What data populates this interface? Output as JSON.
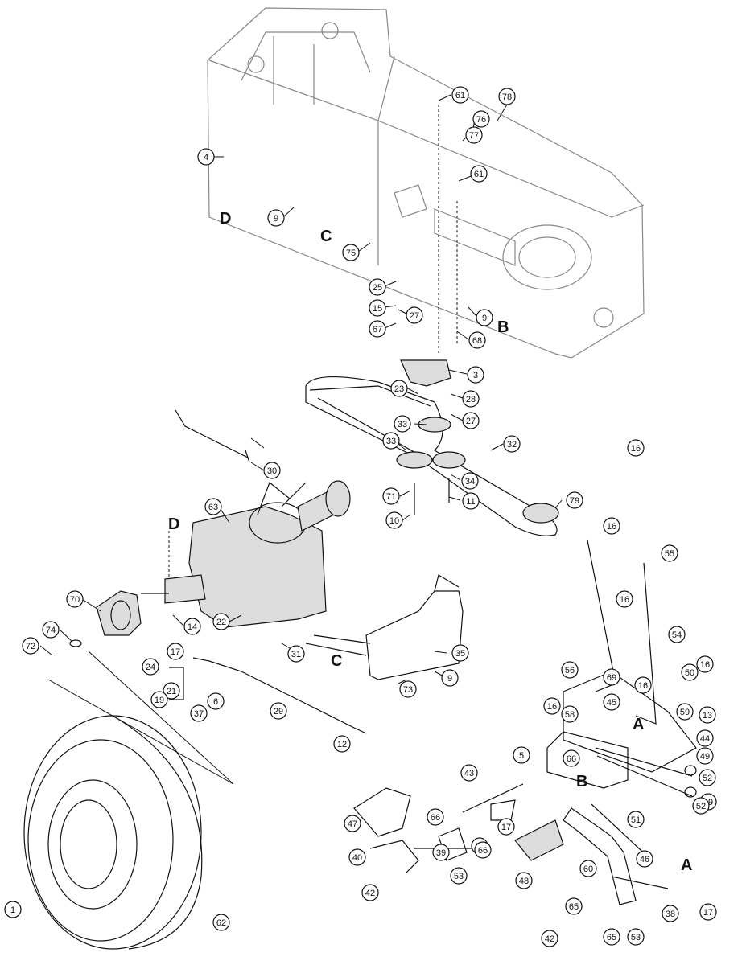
{
  "diagram": {
    "reference_letters": [
      "D",
      "C",
      "B",
      "D",
      "C",
      "B",
      "A",
      "A"
    ],
    "callouts": [
      "61",
      "78",
      "76",
      "77",
      "4",
      "61",
      "9",
      "75",
      "25",
      "15",
      "27",
      "67",
      "9",
      "68",
      "3",
      "23",
      "28",
      "27",
      "33",
      "33",
      "32",
      "71",
      "10",
      "34",
      "11",
      "79",
      "16",
      "30",
      "63",
      "70",
      "74",
      "72",
      "14",
      "22",
      "31",
      "35",
      "9",
      "73",
      "17",
      "24",
      "21",
      "19",
      "37",
      "6",
      "29",
      "12",
      "16",
      "55",
      "16",
      "54",
      "56",
      "69",
      "16",
      "45",
      "16",
      "59",
      "50",
      "16",
      "13",
      "44",
      "58",
      "5",
      "66",
      "43",
      "66",
      "36",
      "17",
      "47",
      "40",
      "39",
      "42",
      "66",
      "53",
      "48",
      "60",
      "46",
      "38",
      "17",
      "65",
      "42",
      "65",
      "53",
      "49",
      "52",
      "49",
      "52",
      "51",
      "62",
      "1"
    ]
  }
}
